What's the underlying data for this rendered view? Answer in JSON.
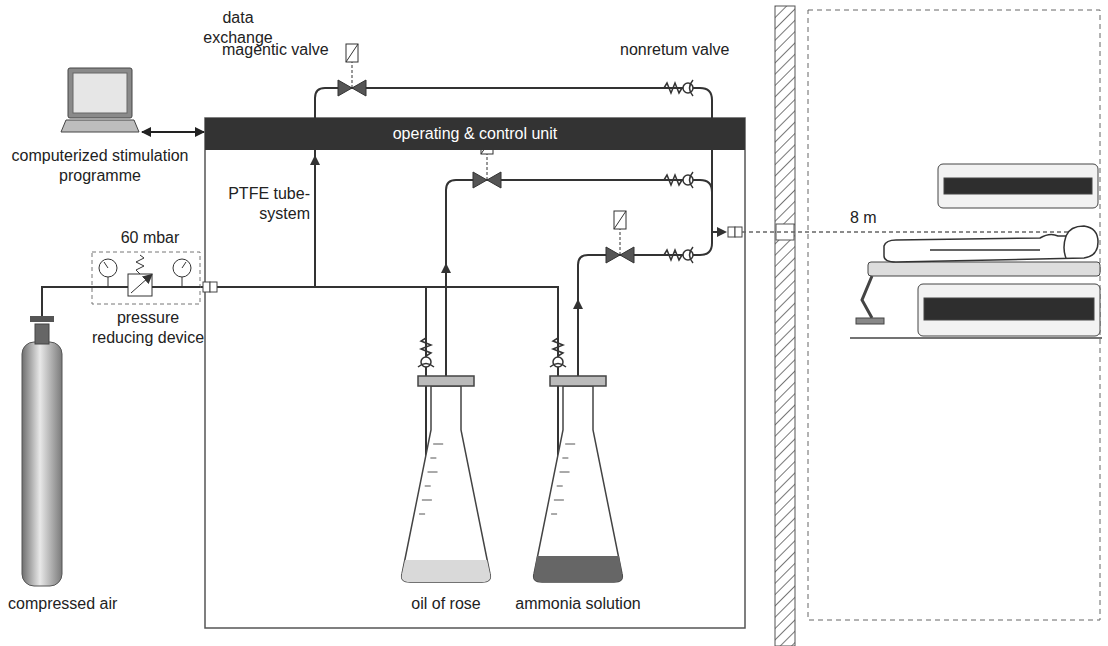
{
  "diagram": {
    "nodes": [
      {
        "text": [
          "computerized stimulation programme"
        ]
      },
      {
        "text": [
          "operating & control unit"
        ]
      }
    ],
    "edges": [
      {
        "from": 0,
        "to": 1,
        "arrow": "both",
        "label": "data exchange"
      }
    ],
    "labels": [
      "magentic valve",
      "nonretum valve",
      "PTFE tube-system",
      "60 mbar",
      "pressure reducing device",
      "compressed air",
      "oil of rose",
      "ammonia solution",
      "8 m"
    ]
  }
}
